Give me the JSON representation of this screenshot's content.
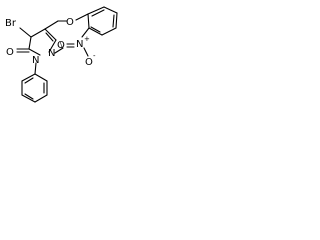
{
  "atoms": {
    "br": "Br",
    "o_carbonyl": "O",
    "n1": "N",
    "n2": "N",
    "methyl": "\\",
    "o_ether": "O",
    "n_nitro": "N",
    "nitro_plus": "+",
    "o_nitro_1": "O",
    "o_nitro_2": "O",
    "o_nitro_minus": "-"
  }
}
